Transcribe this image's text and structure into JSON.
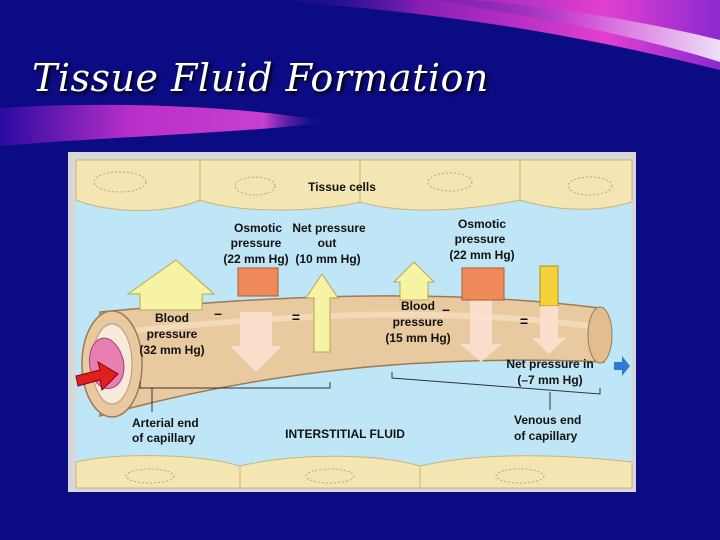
{
  "slide": {
    "title": "Tissue Fluid Formation"
  },
  "diagram": {
    "tissue_cells_label": "Tissue cells",
    "arterial_osmotic": [
      "Osmotic",
      "pressure",
      "(22 mm Hg)"
    ],
    "net_pressure_out": [
      "Net pressure",
      "out",
      "(10 mm Hg)"
    ],
    "venous_osmotic": [
      "Osmotic",
      "pressure",
      "(22 mm Hg)"
    ],
    "arterial_blood": [
      "Blood",
      "pressure",
      "(32 mm Hg)"
    ],
    "venous_blood": [
      "Blood",
      "pressure",
      "(15 mm Hg)"
    ],
    "net_pressure_in": [
      "Net pressure in",
      "(–7 mm Hg)"
    ],
    "arterial_end": [
      "Arterial end",
      "of capillary"
    ],
    "venous_end": [
      "Venous end",
      "of capillary"
    ],
    "interstitial_fluid": "INTERSTITIAL FLUID",
    "minus_sign": "–",
    "equals_sign": "=",
    "colors": {
      "tissue_cell": "#f3e6b2",
      "capillary": "#e8c9a0",
      "osmotic_box": "#f08a5a",
      "blood_arrow": "#f7f3a4",
      "net_out_arrow": "#f7f3a4",
      "net_in_arrow": "#f5d23c"
    }
  }
}
